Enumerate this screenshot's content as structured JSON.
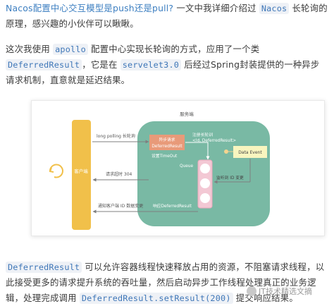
{
  "para1": {
    "link": "Nacos配置中心交互模型是push还是pull?",
    "t1": " 一文中我详细介绍过 ",
    "code1": "Nacos",
    "t2": " 长轮询的原理，感兴趣的小伙伴可以瞅瞅。"
  },
  "para2": {
    "t1": "这次我使用 ",
    "code1": "apollo",
    "t2": " 配置中心实现长轮询的方式，应用了一个类 ",
    "code2": "DeferredResult",
    "t3": "，它是在 ",
    "code3": "servelet3.0",
    "t4": " 后经过Spring封装提供的一种异步请求机制，直意就是延迟结果。"
  },
  "diagram": {
    "client": "客户端",
    "server": "服务端",
    "long_polling": "long polling 长轮询",
    "async_request": "异步请求",
    "async_request_class": "DeferredResult",
    "set_timeout": "设置TimeOut",
    "register_poll": "注册长轮训",
    "register_poll_map": "<Id, DeferredResult>",
    "queue": "Queue",
    "data_event": "Data Event",
    "listen_change": "监听到 ID 变更",
    "timeout_304": "请求超时 304",
    "notify_client": "通知客户端 ID 数据变更",
    "respond": "响应DeferredResult"
  },
  "para3": {
    "code1": "DeferredResult",
    "t1": " 可以允许容器线程快速释放占用的资源，不阻塞请求线程，以此接受更多的请求提升系统的吞吐量，然后启动异步工作线程处理真正的业务逻辑，处理完成调用 ",
    "code2": "DeferredResult.setResult(200)",
    "t2": " 提交响应结果。"
  },
  "watermark": "IT技术精选文摘",
  "colors": {
    "client": "#f1c04a",
    "server": "#79b9a4",
    "queue": "#f3c8d4",
    "data_event": "#f8f5bf",
    "arrow": "#7f7f7f",
    "async_box": "#e89a79"
  }
}
